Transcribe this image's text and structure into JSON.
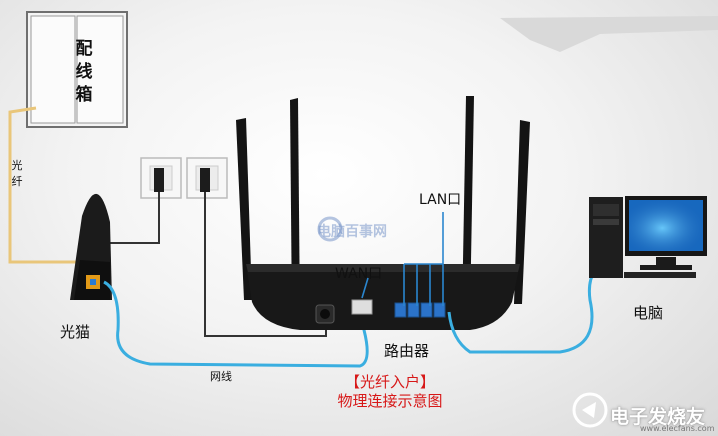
{
  "cabinet": {
    "label": "配线箱"
  },
  "fiber_cable": {
    "label": "光\n纤"
  },
  "modem": {
    "label": "光猫"
  },
  "router": {
    "label": "路由器",
    "wan_port_label": "WAN口",
    "lan_port_label": "LAN口"
  },
  "computer": {
    "label": "电脑"
  },
  "ethernet_cable": {
    "label": "网线"
  },
  "caption": {
    "line1": "【光纤入户】",
    "line2": "物理连接示意图"
  },
  "watermarks": {
    "center": "电脑百事网",
    "brand": "电子发烧友",
    "brand_url": "www.elecfans.com"
  },
  "colors": {
    "fiber": "#e9c67a",
    "ethernet": "#3aaee0",
    "caption": "#d71818",
    "lan_ports": "#2b73c9"
  }
}
